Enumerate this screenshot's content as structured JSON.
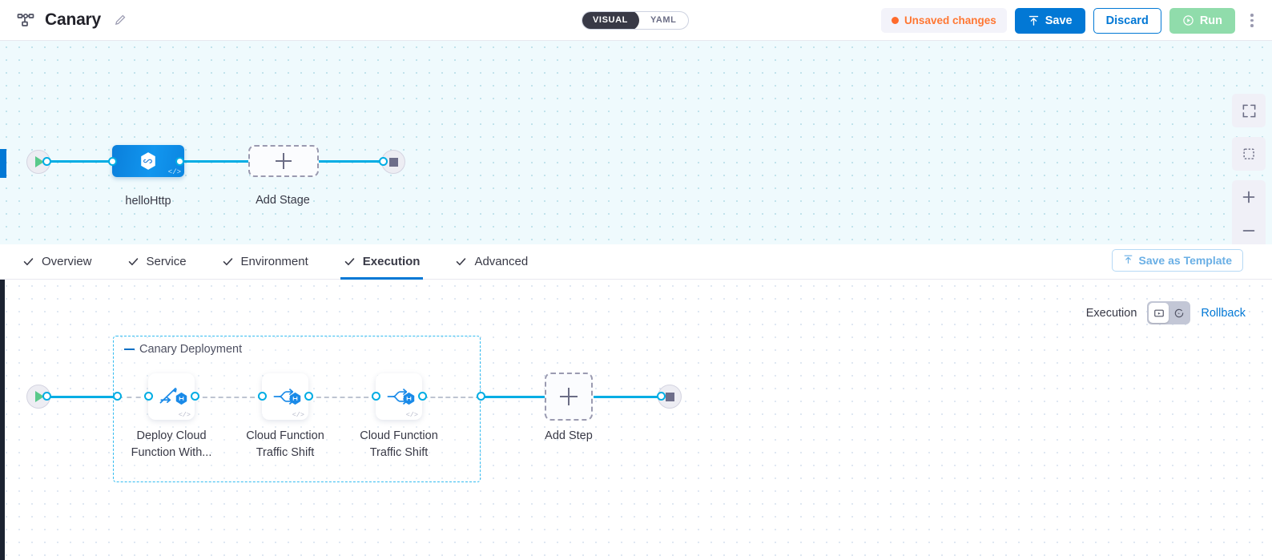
{
  "header": {
    "pipeline_icon": "pipeline-diagram-icon",
    "title": "Canary",
    "edit_icon": "pencil-edit-icon",
    "mode_toggle": {
      "options": [
        "VISUAL",
        "YAML"
      ],
      "selected": "VISUAL"
    },
    "unsaved_label": "Unsaved changes",
    "unsaved_color": "#ff7733",
    "save_label": "Save",
    "save_icon": "upload-arrow-icon",
    "discard_label": "Discard",
    "run_label": "Run",
    "run_icon": "play-circle-icon",
    "more_icon": "kebab-menu-icon",
    "accent_blue": "#0278d5",
    "run_green": "#90dcab"
  },
  "top_canvas": {
    "start_icon": "play-triangle-icon",
    "end_icon": "stop-square-icon",
    "stage": {
      "name": "helloHttp",
      "icon": "harness-hexagon-icon",
      "code_marker": "</>"
    },
    "add_stage": {
      "label": "Add Stage",
      "icon": "plus-icon"
    },
    "controls": [
      {
        "name": "fit-to-screen-icon",
        "label": "Fit to screen"
      },
      {
        "name": "selection-box-icon",
        "label": "Selection"
      },
      {
        "name": "zoom-in-icon",
        "label": "Zoom in"
      },
      {
        "name": "zoom-out-icon",
        "label": "Zoom out"
      }
    ]
  },
  "tabs": {
    "items": [
      {
        "label": "Overview",
        "checked": true,
        "active": false
      },
      {
        "label": "Service",
        "checked": true,
        "active": false
      },
      {
        "label": "Environment",
        "checked": true,
        "active": false
      },
      {
        "label": "Execution",
        "checked": true,
        "active": true
      },
      {
        "label": "Advanced",
        "checked": true,
        "active": false
      }
    ],
    "save_as_template": "Save as Template",
    "save_as_template_icon": "upload-arrow-icon",
    "active_underline_color": "#0278d5"
  },
  "execution": {
    "exec_label": "Execution",
    "toggle": {
      "options": [
        "execution-view-icon",
        "rollback-view-icon"
      ],
      "selected_index": 0
    },
    "rollback_label": "Rollback",
    "group": {
      "label": "Canary Deployment",
      "border_color": "#33bcf0"
    },
    "steps": [
      {
        "label_line1": "Deploy Cloud",
        "label_line2": "Function With...",
        "icon": "deploy-cloud-function-icon",
        "badge": "harness-hexagon-badge",
        "code_marker": "</>"
      },
      {
        "label_line1": "Cloud Function",
        "label_line2": "Traffic Shift",
        "icon": "traffic-shift-icon",
        "badge": "harness-hexagon-badge",
        "code_marker": "</>"
      },
      {
        "label_line1": "Cloud Function",
        "label_line2": "Traffic Shift",
        "icon": "traffic-shift-icon",
        "badge": "harness-hexagon-badge",
        "code_marker": "</>"
      }
    ],
    "add_step": {
      "label": "Add Step",
      "icon": "plus-icon"
    },
    "start_icon": "play-triangle-icon",
    "end_icon": "stop-square-icon"
  }
}
